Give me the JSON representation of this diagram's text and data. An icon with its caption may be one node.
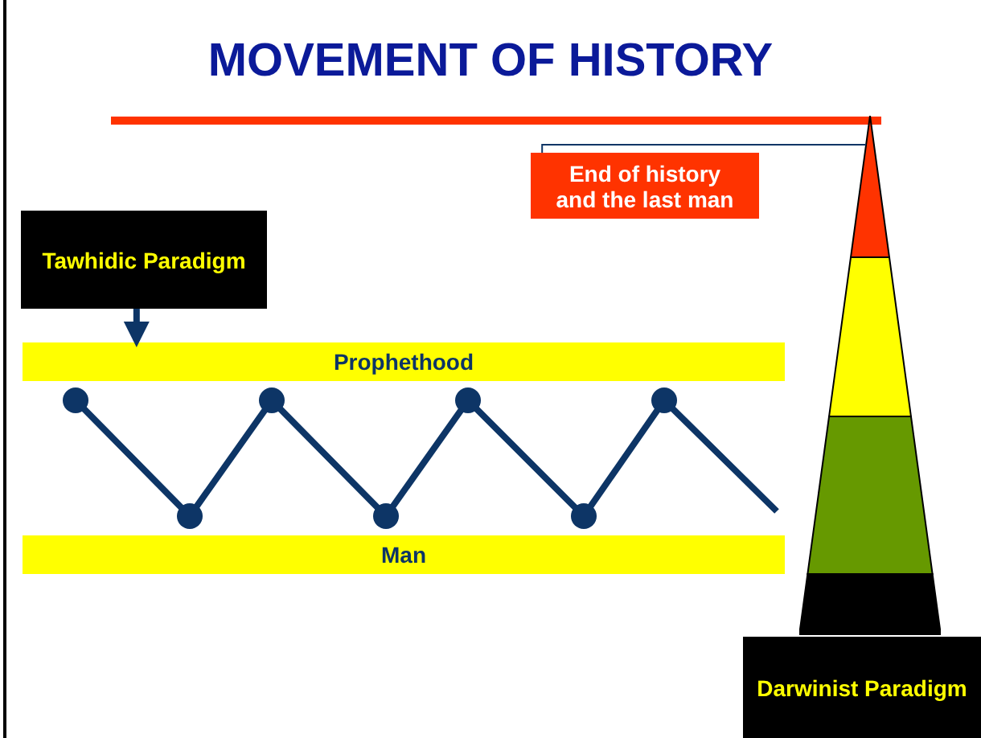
{
  "diagram": {
    "title": "MOVEMENT OF HISTORY",
    "nodes": [
      {
        "text": [
          "Tawhidic Paradigm"
        ]
      },
      {
        "text": [
          "Prophethood"
        ]
      },
      {
        "text": [
          "Man"
        ]
      },
      {
        "text": [
          "End of history and the last man"
        ]
      },
      {
        "text": [],
        "shape": "triangle"
      },
      {
        "text": [
          "Darwinist Paradigm"
        ]
      }
    ],
    "edges": [
      {
        "from": 0,
        "to": 1,
        "arrow": "to",
        "style": "thick"
      },
      {
        "from": 3,
        "to": 4,
        "arrow": "none"
      }
    ]
  }
}
